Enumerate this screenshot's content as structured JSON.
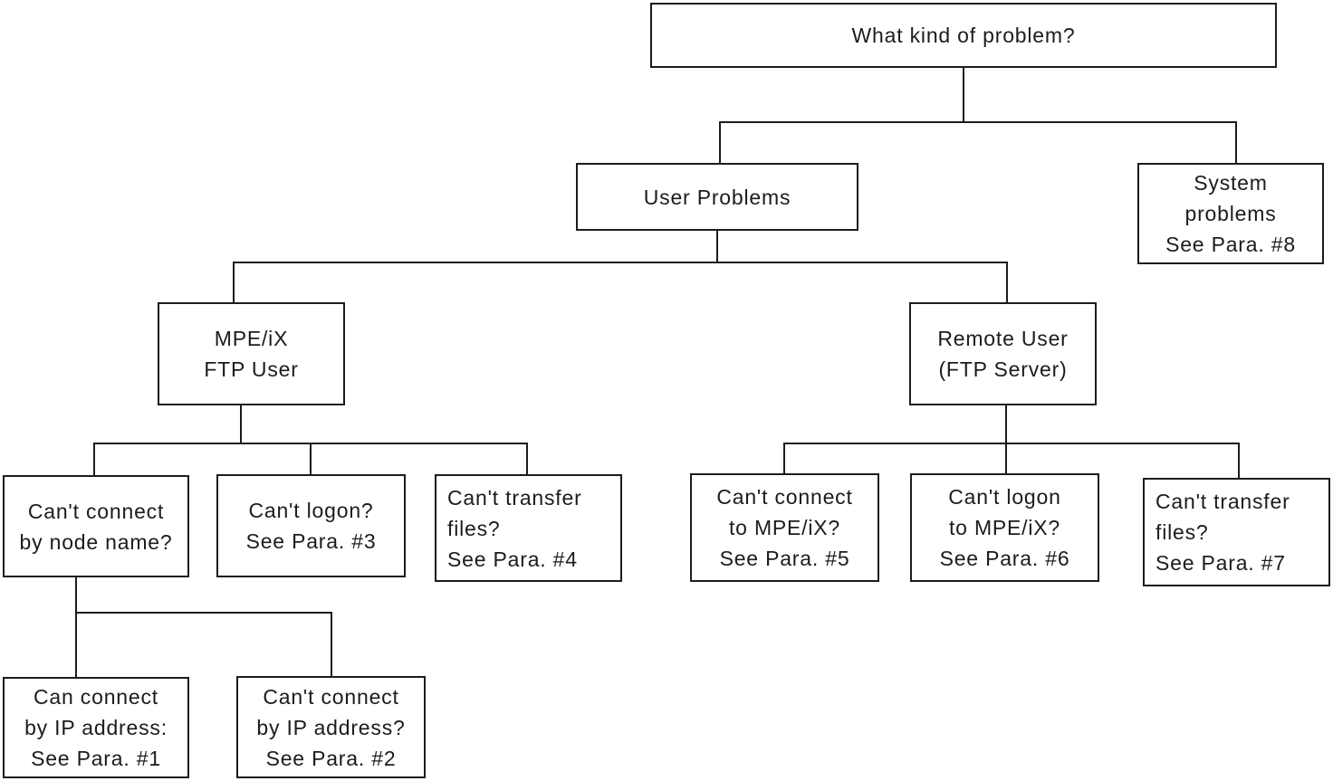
{
  "diagram_title": "What kind of problem? decision tree",
  "colors": {
    "line": "#1c1c1c",
    "background": "#ffffff"
  },
  "nodes": {
    "root": {
      "line1": "What kind of problem?"
    },
    "user_problems": {
      "line1": "User Problems"
    },
    "system_problems": {
      "line1": "System",
      "line2": "problems",
      "line3": "See Para. #8"
    },
    "mpe_ftp_user": {
      "line1": "MPE/iX",
      "line2": "FTP User"
    },
    "remote_user": {
      "line1": "Remote User",
      "line2": "(FTP Server)"
    },
    "cant_connect_node_name": {
      "line1": "Can't connect",
      "line2": "by node name?"
    },
    "cant_logon_3": {
      "line1": "Can't logon?",
      "line2": "See Para. #3"
    },
    "cant_transfer_4": {
      "line1": "Can't transfer",
      "line2": "files?",
      "line3": "See Para. #4"
    },
    "cant_connect_5": {
      "line1": "Can't connect",
      "line2": "to MPE/iX?",
      "line3": "See Para. #5"
    },
    "cant_logon_6": {
      "line1": "Can't logon",
      "line2": "to MPE/iX?",
      "line3": "See Para. #6"
    },
    "cant_transfer_7": {
      "line1": "Can't transfer",
      "line2": "files?",
      "line3": "See Para. #7"
    },
    "can_connect_ip_1": {
      "line1": "Can connect",
      "line2": "by IP address:",
      "line3": "See Para. #1"
    },
    "cant_connect_ip_2": {
      "line1": "Can't connect",
      "line2": "by IP address?",
      "line3": "See Para. #2"
    }
  }
}
